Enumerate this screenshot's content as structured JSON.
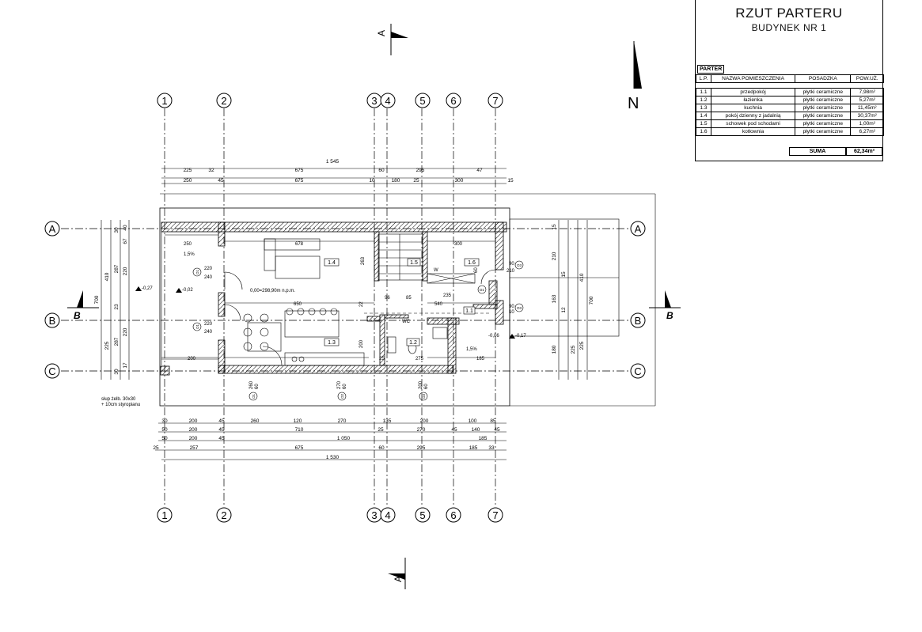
{
  "title_block": {
    "title": "RZUT PARTERU",
    "subtitle": "BUDYNEK NR 1",
    "section_label": "PARTER",
    "headers": [
      "L.P.",
      "NAZWA POMIESZCZENIA",
      "POSADZKA",
      "POW.UŻ."
    ],
    "rows": [
      {
        "lp": "1.1",
        "name": "przedpokój",
        "floor": "płytki ceramiczne",
        "area": "7,98m²"
      },
      {
        "lp": "1.2",
        "name": "łazienka",
        "floor": "płytki ceramiczne",
        "area": "5,27m²"
      },
      {
        "lp": "1.3",
        "name": "kuchnia",
        "floor": "płytki ceramiczne",
        "area": "11,45m²"
      },
      {
        "lp": "1.4",
        "name": "pokój dzienny z jadalnią",
        "floor": "płytki ceramiczne",
        "area": "30,37m²"
      },
      {
        "lp": "1.5",
        "name": "schowek pod schodami",
        "floor": "płytki ceramiczne",
        "area": "1,00m²"
      },
      {
        "lp": "1.6",
        "name": "kotłownia",
        "floor": "płytki ceramiczne",
        "area": "6,27m²"
      }
    ],
    "sum_label": "SUMA",
    "sum_value": "62,34m²"
  },
  "north": "N",
  "axes": {
    "vertical": [
      "1",
      "2",
      "3",
      "4",
      "5",
      "6",
      "7"
    ],
    "horizontal": [
      "A",
      "B",
      "C"
    ]
  },
  "section": {
    "letter_b": "B",
    "letter_a": "A"
  },
  "dims_top": {
    "row1": [
      "1 545"
    ],
    "row2": [
      "225",
      "32",
      "675",
      "60",
      "295",
      "47"
    ],
    "row3": [
      "250",
      "45",
      "675",
      "10",
      "180",
      "25",
      "300",
      "15"
    ]
  },
  "dims_bottom": {
    "row1": [
      "30",
      "200",
      "45",
      "260",
      "120",
      "270",
      "135",
      "200",
      "100",
      "85"
    ],
    "row2": [
      "50",
      "200",
      "45",
      "710",
      "25",
      "270",
      "45",
      "140",
      "45"
    ],
    "row3": [
      "50",
      "200",
      "45",
      "1 050",
      "185"
    ],
    "row4": [
      "25",
      "257",
      "675",
      "60",
      "295",
      "185",
      "33"
    ],
    "row5": [
      "1 530"
    ]
  },
  "dims_left": {
    "total": "700",
    "outer": [
      "410",
      "225"
    ],
    "inner": [
      "30",
      "287",
      "23",
      "287",
      "30"
    ],
    "inner2": [
      "40",
      "67",
      "220",
      "220",
      "17"
    ]
  },
  "dims_right": {
    "outer": [
      "700"
    ],
    "a": [
      "410",
      "225"
    ],
    "b": [
      "15",
      "210",
      "15",
      "163",
      "12",
      "225",
      "180"
    ]
  },
  "rooms": {
    "r14": "1.4",
    "r13": "1.3",
    "r15": "1.5",
    "r16": "1.6",
    "r12": "1.2",
    "r11": "1.1"
  },
  "annotations": {
    "level": "0,00=298,90m n.p.m.",
    "lvl_m027": "-0,27",
    "lvl_m002": "-0,02",
    "lvl_m006": "-0,06",
    "lvl_m017": "-0,17",
    "slope": "1,5%",
    "column_note1": "słup żelb. 30x30",
    "column_note2": "+ 10cm styropianu",
    "dim_250": "250",
    "dim_678": "678",
    "dim_650": "650",
    "dim_540": "540",
    "dim_300": "300",
    "dim_220a": "220",
    "dim_240a": "240",
    "dim_220b": "220",
    "dim_240b": "240",
    "dim_200": "200",
    "dim_185": "185",
    "dim_263": "263",
    "dim_96": "96",
    "dim_85": "85",
    "dim_235": "235",
    "dim_90a": "90",
    "dim_210": "210",
    "dim_90b": "90",
    "dim_10": "10",
    "dim_60": "60",
    "dim_200c": "200",
    "dim_22": "22",
    "dim_275": "275",
    "dim_25": "25",
    "dim_w": "W",
    "dim_wc": "WC",
    "win_o1": "O1",
    "win_o2": "O2",
    "win_o3": "O3",
    "d1": "D1",
    "d2": "D2",
    "dim_260": "260",
    "dim_60b": "60",
    "dim_270": "270",
    "dim_60c": "60",
    "dim_200d": "200",
    "dim_60d": "60"
  }
}
